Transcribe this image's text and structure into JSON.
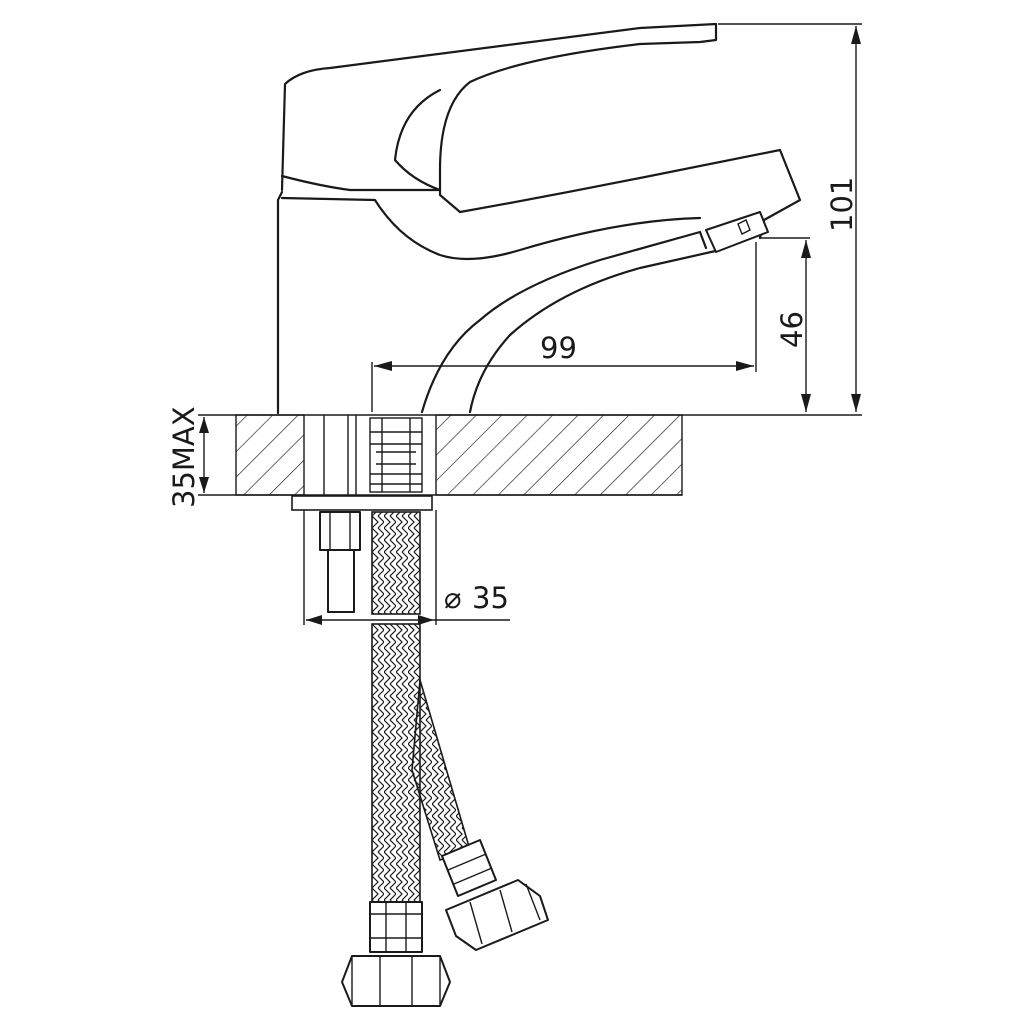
{
  "dimensions": {
    "total_height": "101",
    "spout_height": "46",
    "spout_reach": "99",
    "max_counter_thickness": "35MAX",
    "hole_diameter_symbol": "⌀",
    "hole_diameter": "35"
  },
  "colors": {
    "line": "#1a1a1a",
    "background": "#ffffff"
  }
}
